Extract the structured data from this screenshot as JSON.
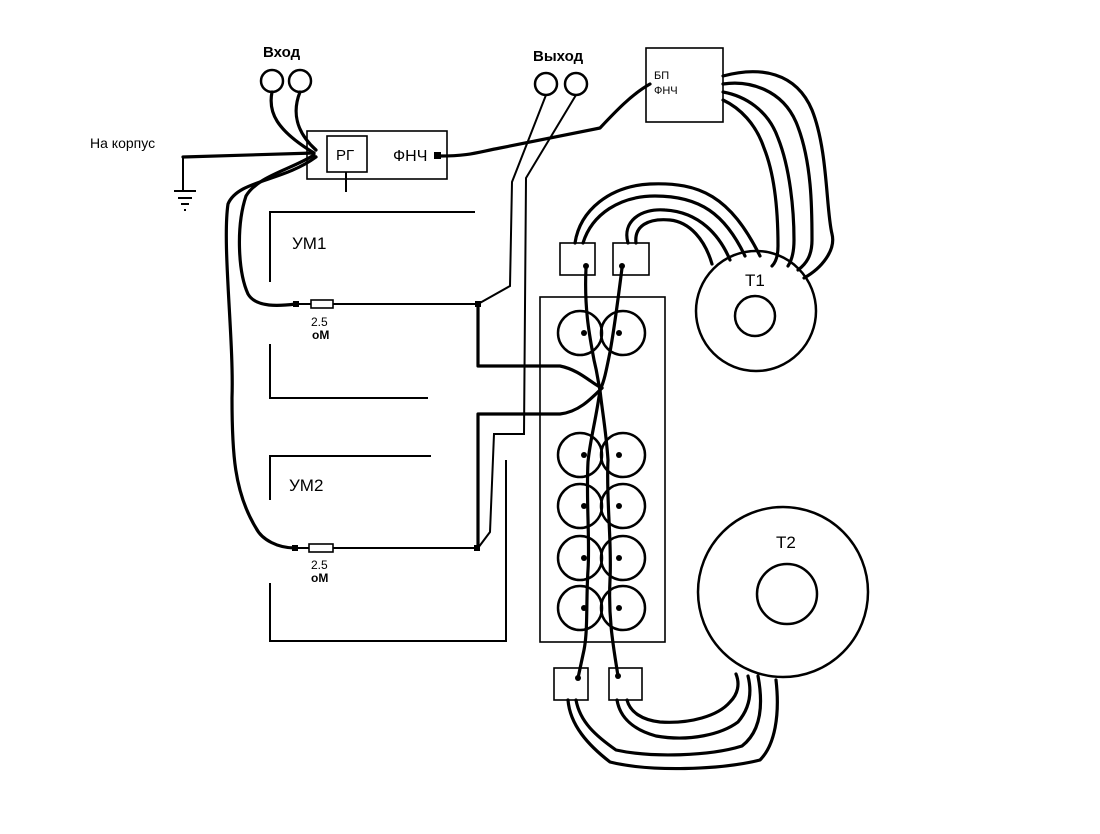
{
  "labels": {
    "input": "Вход",
    "output": "Выход",
    "chassis": "На корпус",
    "rg": "РГ",
    "lpf": "ФНЧ",
    "psu_line1": "БП",
    "psu_line2": "ФНЧ",
    "amp1": "УМ1",
    "amp2": "УМ2",
    "res1_value": "2.5",
    "res1_unit": "оМ",
    "res2_value": "2.5",
    "res2_unit": "оМ",
    "t1": "Т1",
    "t2": "Т2"
  },
  "colors": {
    "ink": "#000000",
    "paper": "#ffffff"
  }
}
